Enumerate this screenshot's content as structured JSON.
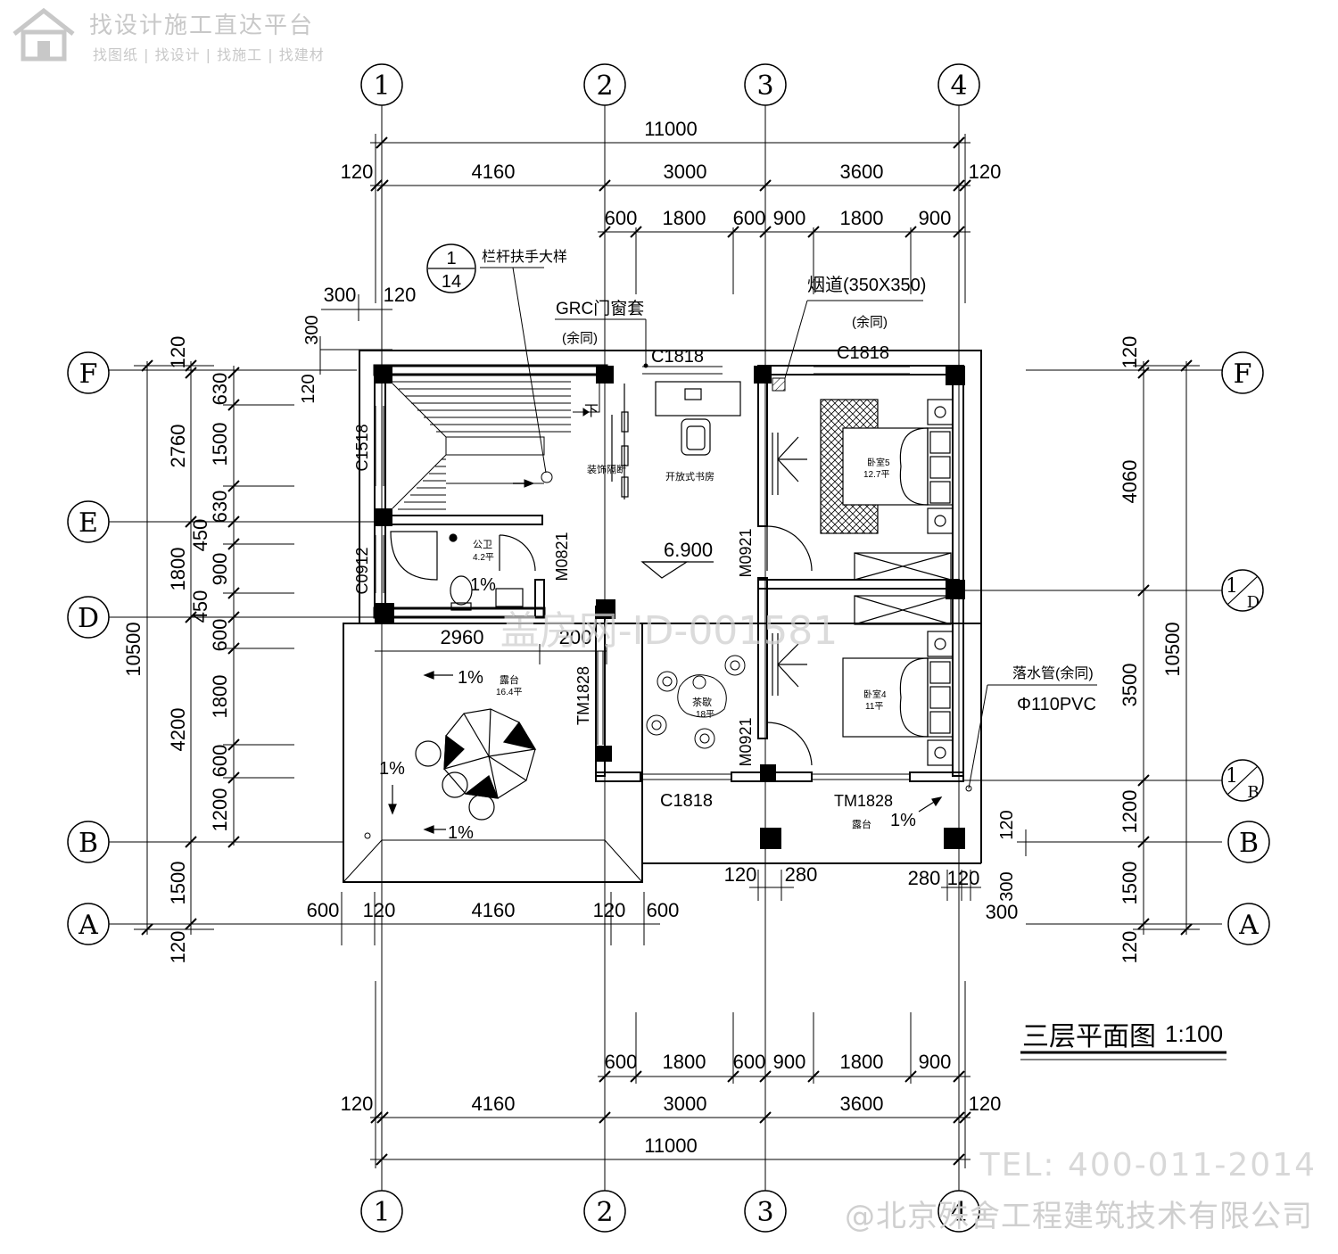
{
  "watermark": {
    "title": "找设计施工直达平台",
    "subtitle": "找图纸 | 找设计 | 找施工 | 找建材",
    "center": "盖房网-ID-001581",
    "tel": "TEL: 400-011-2014",
    "company": "@北京殊舍工程建筑技术有限公司"
  },
  "drawing": {
    "title": "三层平面图",
    "scale": "1:100"
  },
  "axes_cols": [
    "1",
    "2",
    "3",
    "4"
  ],
  "axes_rows": {
    "F": "F",
    "E": "E",
    "D": "D",
    "B": "B",
    "A": "A",
    "1D_num": "1",
    "1D_sub": "D",
    "1B_num": "1",
    "1B_sub": "B"
  },
  "dims": {
    "top_total": "11000",
    "top_120l": "120",
    "top_4160": "4160",
    "top_3000": "3000",
    "top_3600": "3600",
    "top_120r": "120",
    "top_600a": "600",
    "top_1800a": "1800",
    "top_600b": "600",
    "top_900a": "900",
    "top_1800b": "1800",
    "top_900b": "900",
    "bot_total": "11000",
    "bot_120l": "120",
    "bot_4160": "4160",
    "bot_3000": "3000",
    "bot_3600": "3600",
    "bot_120r": "120",
    "bot_600a": "600",
    "bot_1800a": "1800",
    "bot_600b": "600",
    "bot_900a": "900",
    "bot_1800b": "1800",
    "bot_900b": "900",
    "d300": "300",
    "d120": "120",
    "d300v": "300",
    "d120v": "120",
    "left_10500": "10500",
    "left_2760": "2760",
    "left_1800": "1800",
    "left_4200": "4200",
    "left_1500": "1500",
    "left_120t": "120",
    "left_120b": "120",
    "left_630a": "630",
    "left_1500b": "1500",
    "left_630b": "630",
    "left_450a": "450",
    "left_900": "900",
    "left_450b": "450",
    "left_600a": "600",
    "left_1800b": "1800",
    "left_600b": "600",
    "left_1200": "1200",
    "left_120s": "120",
    "right_10500": "10500",
    "right_4060": "4060",
    "right_3500": "3500",
    "right_1200": "1200",
    "right_1500": "1500",
    "right_120t": "120",
    "right_120b": "120",
    "right_120m": "120",
    "right_300": "300",
    "mid_2960": "2960",
    "mid_200": "200",
    "row_600": "600",
    "row_120a": "120",
    "row_4160": "4160",
    "row_120b": "120",
    "row_600b": "600",
    "row_300": "300",
    "r_120": "120",
    "r_280": "280",
    "r_280b": "280",
    "r_120b": "120"
  },
  "labels": {
    "detail_num": "1",
    "detail_sheet": "14",
    "detail_text": "栏杆扶手大样",
    "grc": "GRC门窗套",
    "grc_sub": "(余同)",
    "flue": "烟道(350X350)",
    "flue_sub": "(余同)",
    "c1818_a": "C1818",
    "c1818_b": "C1818",
    "c1818_c": "C1818",
    "c1518": "C1518",
    "c0912": "C0912",
    "m0821": "M0821",
    "m0921_a": "M0921",
    "m0921_b": "M0921",
    "tm1828_a": "TM1828",
    "tm1828_b": "TM1828",
    "down": "下",
    "partition": "装饰隔断",
    "study": "开放式书房",
    "wc": "公卫",
    "wc_area": "4.2平",
    "slope_wc": "1%",
    "elev": "6.900",
    "bed5": "卧室5",
    "bed5_area": "12.7平",
    "bed4": "卧室4",
    "bed4_area": "11平",
    "terrace": "露台",
    "terrace_area": "16.4平",
    "tea": "茶歇",
    "tea_area": "18平",
    "slope1": "1%",
    "slope2": "1%",
    "slope3": "1%",
    "slope4": "1%",
    "terrace2": "露台",
    "drain": "落水管(余同)",
    "drain_spec": "Φ110PVC"
  }
}
